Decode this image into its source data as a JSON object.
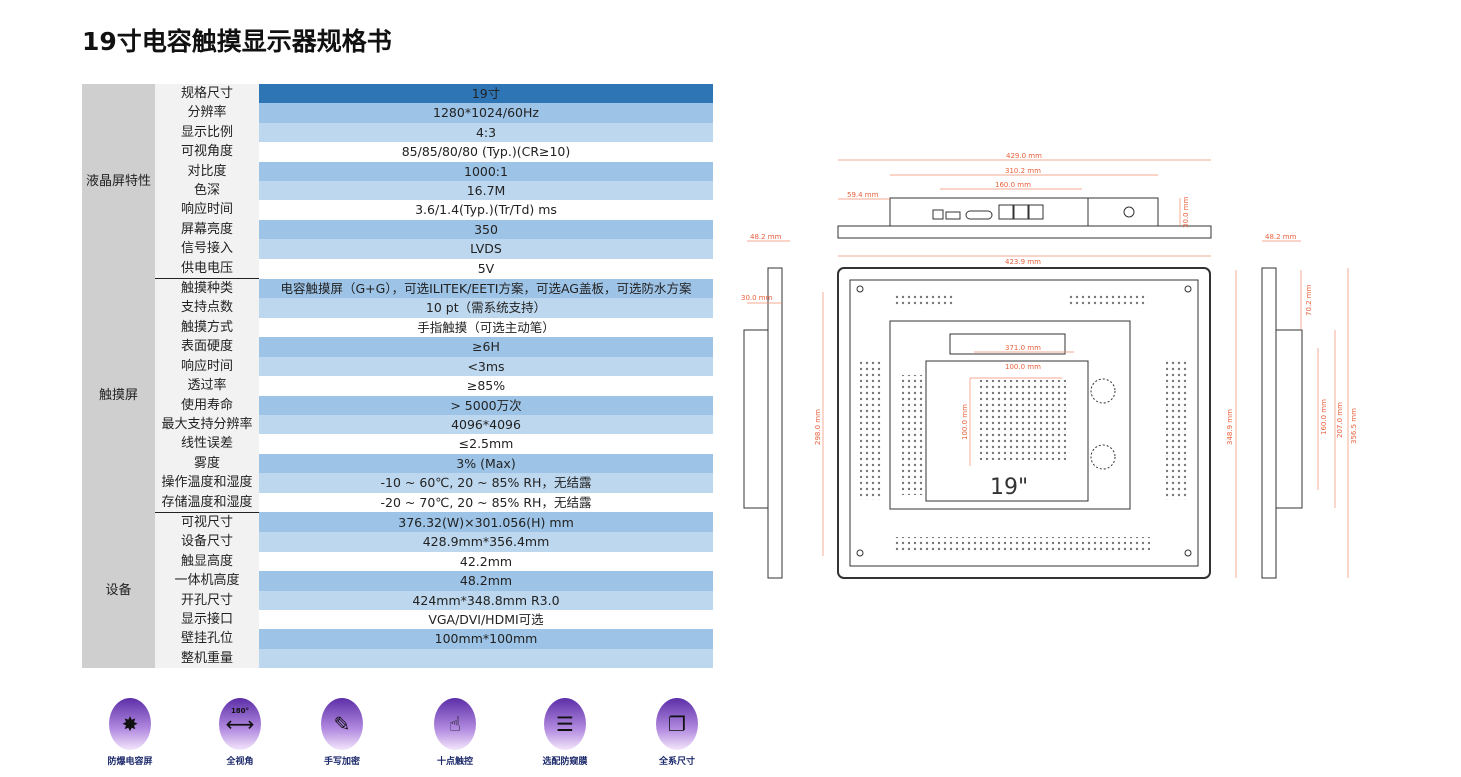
{
  "title": "19寸电容触摸显示器规格书",
  "sections": [
    {
      "name": "液晶屏特性",
      "rows": [
        [
          "规格尺寸",
          "19寸"
        ],
        [
          "分辨率",
          "1280*1024/60Hz"
        ],
        [
          "显示比例",
          "4:3"
        ],
        [
          "可视角度",
          "85/85/80/80 (Typ.)(CR≥10)"
        ],
        [
          "对比度",
          "1000:1"
        ],
        [
          "色深",
          "16.7M"
        ],
        [
          "响应时间",
          "3.6/1.4(Typ.)(Tr/Td) ms"
        ],
        [
          "屏幕亮度",
          "350"
        ],
        [
          "信号接入",
          "LVDS"
        ],
        [
          "供电电压",
          "5V"
        ]
      ]
    },
    {
      "name": "触摸屏",
      "rows": [
        [
          "触摸种类",
          "电容触摸屏（G+G），可选ILITEK/EETI方案，可选AG盖板，可选防水方案"
        ],
        [
          "支持点数",
          "10 pt（需系统支持）"
        ],
        [
          "触摸方式",
          "手指触摸（可选主动笔）"
        ],
        [
          "表面硬度",
          "≥6H"
        ],
        [
          "响应时间",
          "<3ms"
        ],
        [
          "透过率",
          "≥85%"
        ],
        [
          "使用寿命",
          "> 5000万次"
        ],
        [
          "最大支持分辨率",
          "4096*4096"
        ],
        [
          "线性误差",
          "≤2.5mm"
        ],
        [
          "雾度",
          "3% (Max)"
        ],
        [
          "操作温度和湿度",
          "-10 ~ 60℃, 20 ~ 85% RH，无结露"
        ],
        [
          "存储温度和湿度",
          "-20 ~ 70℃, 20 ~ 85% RH，无结露"
        ]
      ]
    },
    {
      "name": "设备",
      "rows": [
        [
          "可视尺寸",
          "376.32(W)×301.056(H) mm"
        ],
        [
          "设备尺寸",
          "428.9mm*356.4mm"
        ],
        [
          "触显高度",
          "42.2mm"
        ],
        [
          "一体机高度",
          "48.2mm"
        ],
        [
          "开孔尺寸",
          "424mm*348.8mm R3.0"
        ],
        [
          "显示接口",
          "VGA/DVI/HDMI可选"
        ],
        [
          "壁挂孔位",
          "100mm*100mm"
        ],
        [
          "整机重量",
          ""
        ]
      ]
    }
  ],
  "features": [
    {
      "label": "防爆电容屏",
      "icon": "explosion-icon"
    },
    {
      "label": "全视角",
      "icon": "viewing-angle-icon",
      "angle": "180°"
    },
    {
      "label": "手写加密",
      "icon": "pen-tablet-icon"
    },
    {
      "label": "十点触控",
      "icon": "multitouch-icon"
    },
    {
      "label": "选配防窥膜",
      "icon": "privacy-film-icon"
    },
    {
      "label": "全系尺寸",
      "icon": "sizes-icon"
    }
  ],
  "drawing": {
    "top": {
      "overall": "429.0 mm",
      "mid": "310.2 mm",
      "inner": "160.0 mm",
      "left": "59.4 mm",
      "depth": "30.0 mm",
      "bottom": "423.9 mm"
    },
    "left": {
      "depth": "48.2 mm",
      "offset": "30.0 mm"
    },
    "front": {
      "height": "298.0 mm",
      "width": "371.0 mm",
      "vesa_w": "100.0 mm",
      "vesa_h": "100.0 mm",
      "size_mark": "19\""
    },
    "right": {
      "depth": "48.2 mm",
      "top": "70.2 mm",
      "h1": "348.9 mm",
      "h2": "160.0 mm",
      "h3": "207.0 mm",
      "h4": "356.5 mm"
    }
  }
}
